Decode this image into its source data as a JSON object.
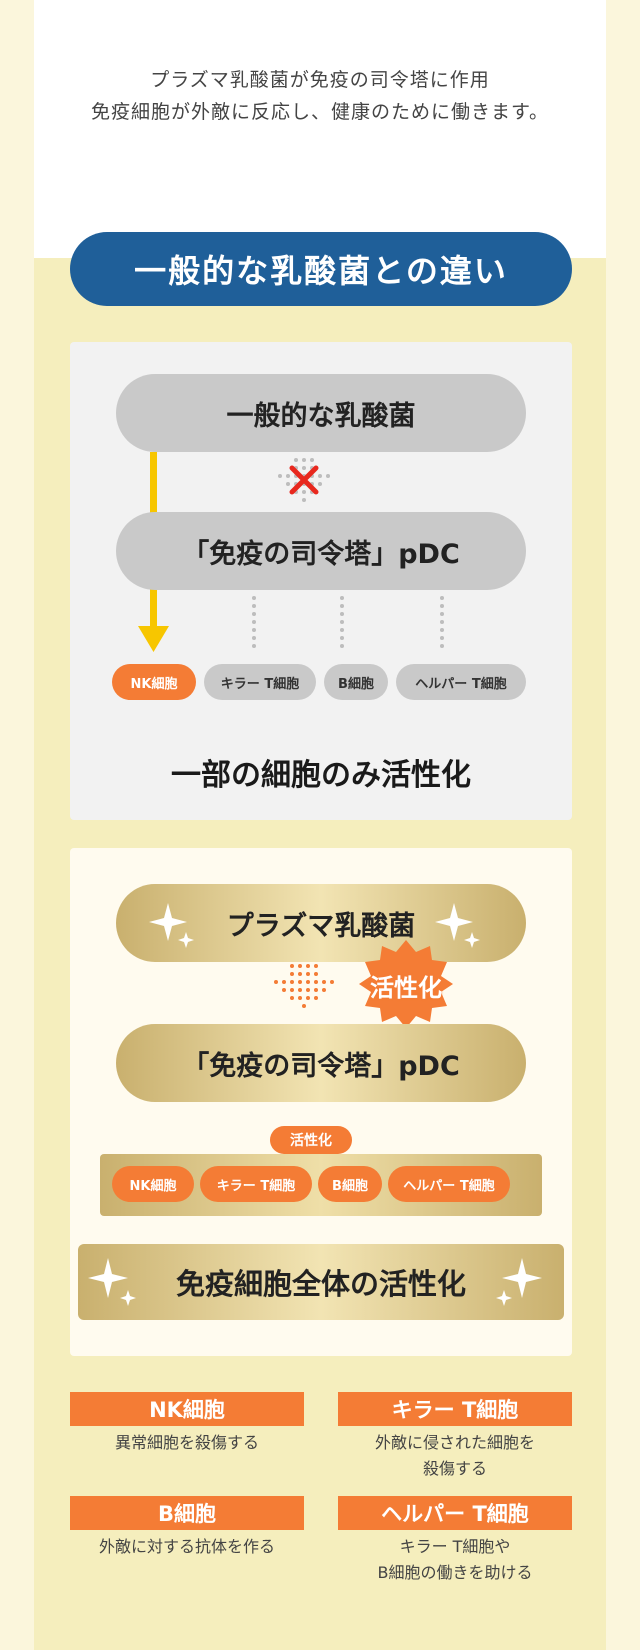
{
  "intro": {
    "line1": "プラズマ乳酸菌が免疫の司令塔に作用",
    "line2": "免疫細胞が外敵に反応し、健康のために働きます。"
  },
  "title": "一般的な乳酸菌との違い",
  "panel_general": {
    "bacteria": "一般的な乳酸菌",
    "pdc": "「免疫の司令塔」pDC",
    "cells": [
      "NK細胞",
      "キラー T細胞",
      "B細胞",
      "ヘルパー T細胞"
    ],
    "conclusion": "一部の細胞のみ活性化"
  },
  "panel_plasma": {
    "bacteria": "プラズマ乳酸菌",
    "activation": "活性化",
    "pdc": "「免疫の司令塔」pDC",
    "cells_label": "活性化",
    "cells": [
      "NK細胞",
      "キラー T細胞",
      "B細胞",
      "ヘルパー T細胞"
    ],
    "conclusion": "免疫細胞全体の活性化"
  },
  "legend": [
    {
      "title": "NK細胞",
      "desc": "異常細胞を殺傷する"
    },
    {
      "title": "キラー T細胞",
      "desc": "外敵に侵された細胞を\n殺傷する"
    },
    {
      "title": "B細胞",
      "desc": "外敵に対する抗体を作る"
    },
    {
      "title": "ヘルパー T細胞",
      "desc": "キラー T細胞や\nB細胞の働きを助ける"
    }
  ],
  "colors": {
    "navy": "#1f5f99",
    "orange": "#f47c35",
    "yellow_arrow": "#f7c600",
    "gold": "#d9c27f",
    "cross": "#e8281e"
  }
}
